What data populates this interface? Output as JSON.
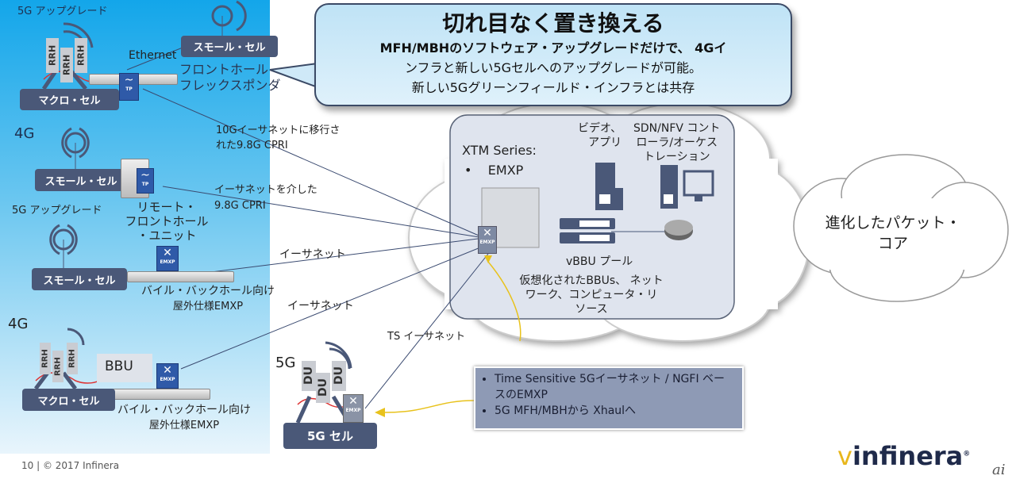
{
  "callout": {
    "title": "切れ目なく置き換える",
    "lines": [
      "MFH/MBHのソフトウェア・アップグレードだけで、 4Gイ",
      "ンフラと新しい5Gセルへのアップグレードが可能。",
      "新しい5Gグリーンフィールド・インフラとは共存"
    ]
  },
  "left": {
    "upgrade_top": "5G アップグレード",
    "small_cell": "スモール・セル",
    "macro_cell": "マクロ・セル",
    "ethernet_en": "Ethernet",
    "fronthaul": [
      "フロントホール",
      "フレックスポンダ"
    ],
    "label_4g": "4G",
    "upgrade_mid": "5G アップグレード",
    "remote": [
      "リモート・",
      "フロントホール",
      "・ユニット"
    ],
    "mobile_backhaul": [
      "バイル・バックホール向け",
      "屋外仕様EMXP"
    ],
    "bbu": "BBU",
    "label_5g": "5G",
    "cell_5g": "5G セル",
    "rrh": "RRH",
    "du": "DU",
    "emxp": "EMXP",
    "tp": "TP"
  },
  "links": {
    "l1": [
      "10Gイーサネットに移行さ",
      "れた9.8G CPRI"
    ],
    "l2": [
      "イーサネットを介した",
      "9.8G CPRI"
    ],
    "l3": "イーサネット",
    "l4": "イーサネット",
    "l5": "TS イーサネット"
  },
  "cloud": {
    "xtm": "XTM Series:",
    "emxp": "EMXP",
    "video": [
      "ビデオ、",
      "アプリ"
    ],
    "sdn": [
      "SDN/NFV  コント",
      "ローラ/オーケス",
      "トレーション"
    ],
    "vbbu": "vBBU プール",
    "virtual": [
      "仮想化されたBBUs、 ネット",
      "ワーク、コンピュータ・リ",
      "ソース"
    ]
  },
  "core": [
    "進化したパケット・",
    "コア"
  ],
  "bullets": [
    "Time Sensitive 5Gイーサネット / NGFI ベースのEMXP",
    "5G MFH/MBHから Xhaulへ"
  ],
  "footer": "10 | © 2017 Infinera",
  "logo": "infinera",
  "watermark": "ai"
}
